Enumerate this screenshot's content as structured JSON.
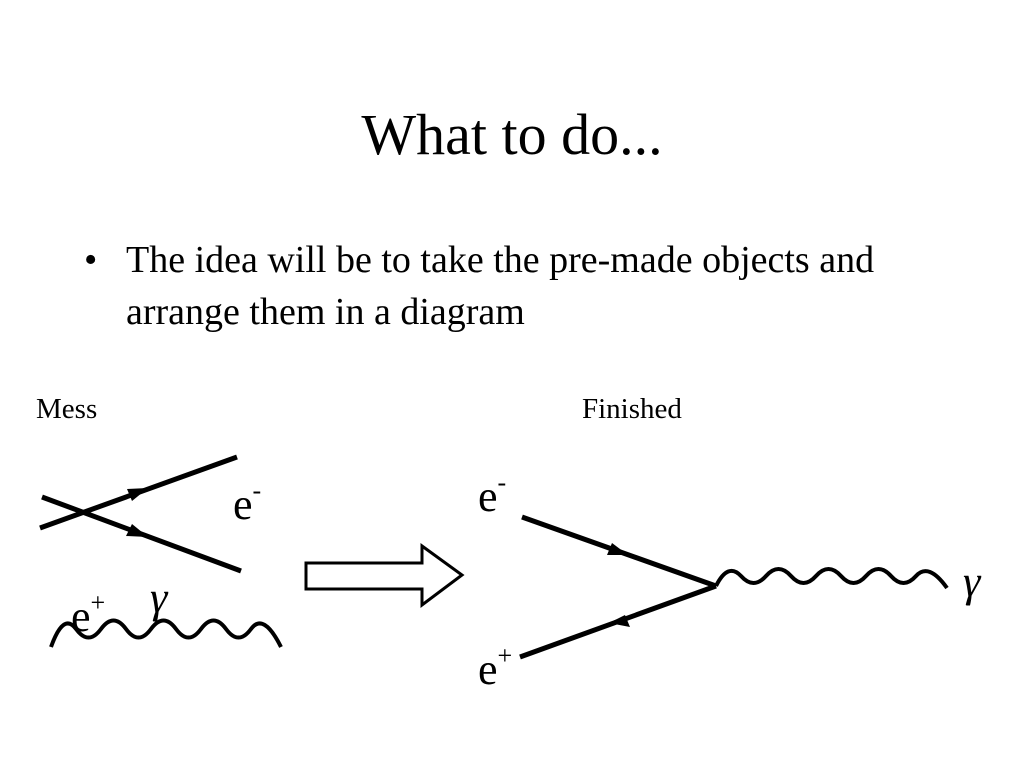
{
  "slide": {
    "title": "What to do...",
    "bullet_symbol": "•",
    "bullet_text": "The idea will be to take the pre-made objects and arrange them in a diagram"
  },
  "diagram": {
    "mess_label": "Mess",
    "finished_label": "Finished",
    "particles": {
      "electron": {
        "base": "e",
        "charge": "-"
      },
      "positron": {
        "base": "e",
        "charge": "+"
      },
      "photon": "γ"
    }
  }
}
